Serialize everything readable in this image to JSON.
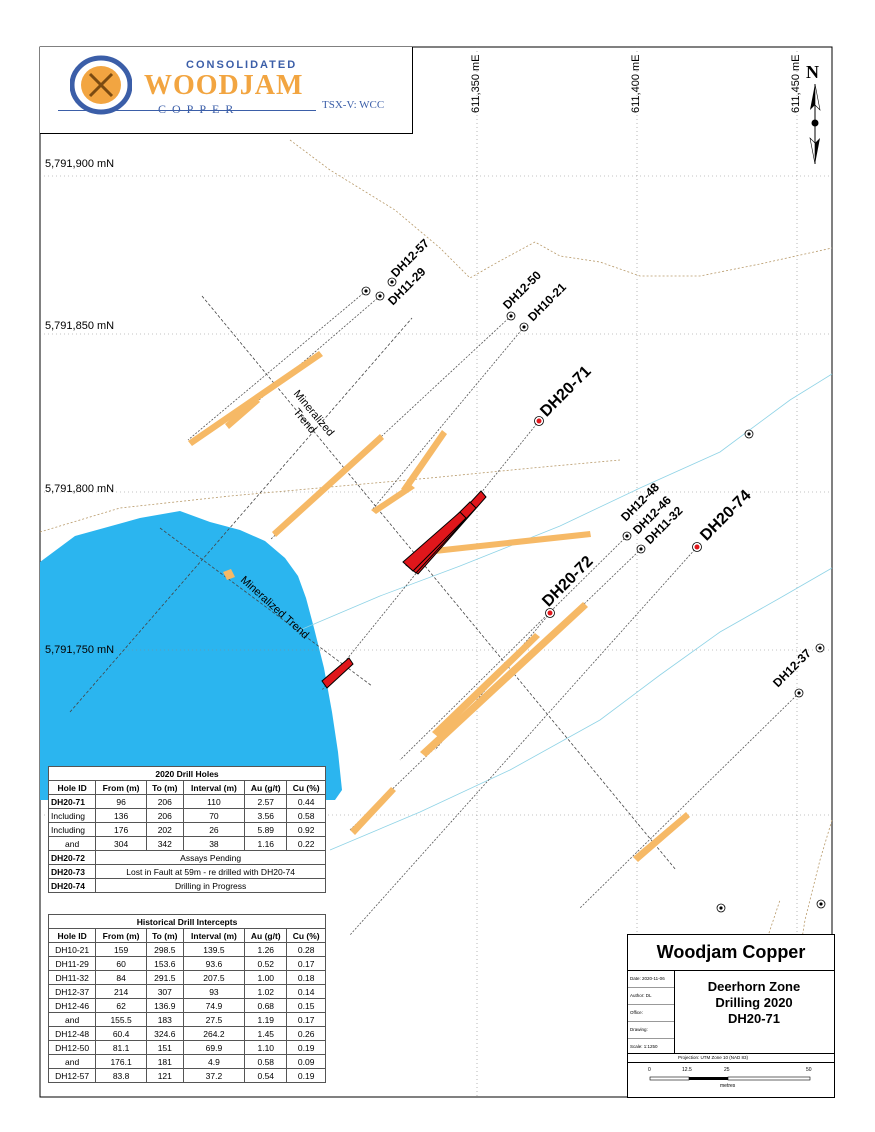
{
  "logo": {
    "top": "CONSOLIDATED",
    "main": "WOODJAM",
    "sub": "COPPER",
    "exchange": "TSX-V: WCC"
  },
  "grid": {
    "northings": [
      "5,791,900 mN",
      "5,791,850 mN",
      "5,791,800 mN",
      "5,791,750 mN"
    ],
    "eastings": [
      "611,350 mE",
      "611,400 mE",
      "611,450 mE"
    ]
  },
  "north_arrow": "N",
  "trend_labels": [
    "Mineralized\nTrend",
    "Mineralized Trend"
  ],
  "holes": {
    "dh12_57": "DH12-57",
    "dh11_29": "DH11-29",
    "dh12_50": "DH12-50",
    "dh10_21": "DH10-21",
    "dh20_71": "DH20-71",
    "dh12_48": "DH12-48",
    "dh12_46": "DH12-46",
    "dh11_32": "DH11-32",
    "dh20_74": "DH20-74",
    "dh20_72": "DH20-72",
    "dh12_37": "DH12-37"
  },
  "drill2020": {
    "title": "2020 Drill Holes",
    "headers": [
      "Hole ID",
      "From (m)",
      "To (m)",
      "Interval (m)",
      "Au (g/t)",
      "Cu (%)"
    ],
    "rows": [
      [
        "DH20-71",
        "96",
        "206",
        "110",
        "2.57",
        "0.44"
      ],
      [
        "Including",
        "136",
        "206",
        "70",
        "3.56",
        "0.58"
      ],
      [
        "Including",
        "176",
        "202",
        "26",
        "5.89",
        "0.92"
      ],
      [
        "and",
        "304",
        "342",
        "38",
        "1.16",
        "0.22"
      ]
    ],
    "notes": [
      [
        "DH20-72",
        "Assays Pending"
      ],
      [
        "DH20-73",
        "Lost in Fault at 59m - re drilled with DH20-74"
      ],
      [
        "DH20-74",
        "Drilling in Progress"
      ]
    ]
  },
  "historical": {
    "title": "Historical Drill Intercepts",
    "headers": [
      "Hole ID",
      "From (m)",
      "To (m)",
      "Interval (m)",
      "Au (g/t)",
      "Cu (%)"
    ],
    "rows": [
      [
        "DH10-21",
        "159",
        "298.5",
        "139.5",
        "1.26",
        "0.28"
      ],
      [
        "DH11-29",
        "60",
        "153.6",
        "93.6",
        "0.52",
        "0.17"
      ],
      [
        "DH11-32",
        "84",
        "291.5",
        "207.5",
        "1.00",
        "0.18"
      ],
      [
        "DH12-37",
        "214",
        "307",
        "93",
        "1.02",
        "0.14"
      ],
      [
        "DH12-46",
        "62",
        "136.9",
        "74.9",
        "0.68",
        "0.15"
      ],
      [
        "and",
        "155.5",
        "183",
        "27.5",
        "1.19",
        "0.17"
      ],
      [
        "DH12-48",
        "60.4",
        "324.6",
        "264.2",
        "1.45",
        "0.26"
      ],
      [
        "DH12-50",
        "81.1",
        "151",
        "69.9",
        "1.10",
        "0.19"
      ],
      [
        "and",
        "176.1",
        "181",
        "4.9",
        "0.58",
        "0.09"
      ],
      [
        "DH12-57",
        "83.8",
        "121",
        "37.2",
        "0.54",
        "0.19"
      ]
    ]
  },
  "title_block": {
    "heading": "Woodjam Copper",
    "title_lines": [
      "Deerhorn Zone",
      "Drilling 2020",
      "DH20-71"
    ],
    "meta": [
      "Date: 2020-11-06",
      "Author: DL",
      "Office:",
      "Drawing:",
      "Scale: 1:1250"
    ],
    "projection": "Projection: UTM Zone 10 (NAD 83)",
    "scale_ticks": [
      "0",
      "12.5",
      "25",
      "50"
    ],
    "scale_unit": "metres"
  }
}
